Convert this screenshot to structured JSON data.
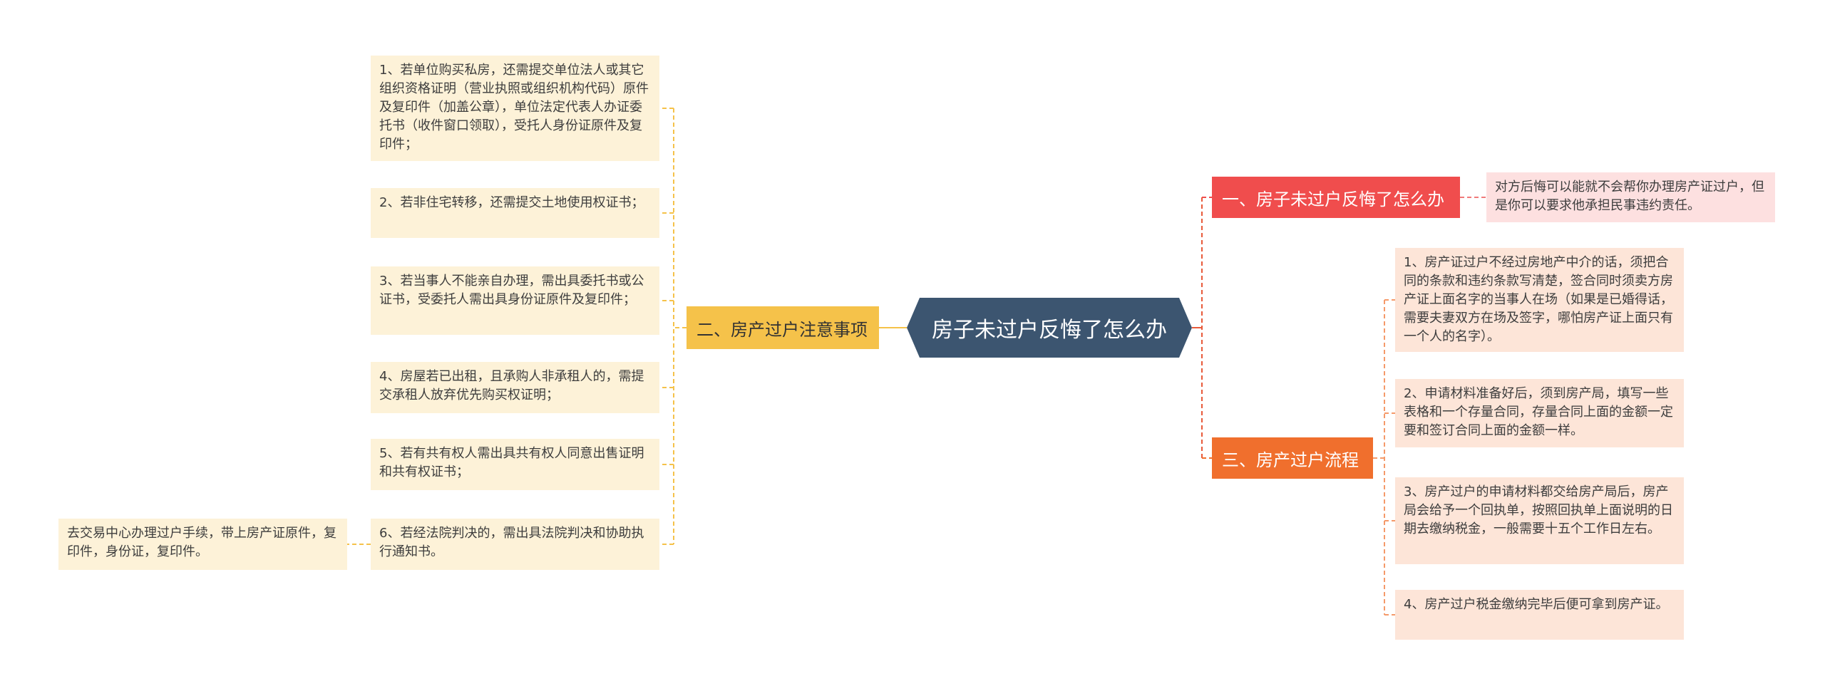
{
  "colors": {
    "center": "#3c5570",
    "branch_red": "#f04d4d",
    "branch_orange": "#f06f2d",
    "branch_yellow": "#f5c24a",
    "leaf_red": "#fde0e0",
    "leaf_orange": "#fde5d8",
    "leaf_yellow": "#fdf2d8"
  },
  "center": {
    "title": "房子未过户反悔了怎么办"
  },
  "branch1": {
    "title": "一、房子未过户反悔了怎么办",
    "items": [
      "对方后悔可以能就不会帮你办理房产证过户，但是你可以要求他承担民事违约责任。"
    ]
  },
  "branch2": {
    "title": "二、房产过户注意事项",
    "items": [
      "1、若单位购买私房，还需提交单位法人或其它组织资格证明（营业执照或组织机构代码）原件及复印件（加盖公章），单位法定代表人办证委托书（收件窗口领取），受托人身份证原件及复印件；",
      "2、若非住宅转移，还需提交土地使用权证书；",
      "3、若当事人不能亲自办理，需出具委托书或公证书，受委托人需出具身份证原件及复印件；",
      "4、房屋若已出租，且承购人非承租人的，需提交承租人放弃优先购买权证明；",
      "5、若有共有权人需出具共有权人同意出售证明和共有权证书；",
      "6、若经法院判决的，需出具法院判决和协助执行通知书。"
    ],
    "sub_item": "去交易中心办理过户手续，带上房产证原件，复印件，身份证，复印件。"
  },
  "branch3": {
    "title": "三、房产过户流程",
    "items": [
      "1、房产证过户不经过房地产中介的话，须把合同的条款和违约条款写清楚，签合同时须卖方房产证上面名字的当事人在场（如果是已婚得话，需要夫妻双方在场及签字，哪怕房产证上面只有一个人的名字）。",
      "2、申请材料准备好后，须到房产局，填写一些表格和一个存量合同，存量合同上面的金额一定要和签订合同上面的金额一样。",
      "3、房产过户的申请材料都交给房产局后，房产局会给予一个回执单，按照回执单上面说明的日期去缴纳税金，一般需要十五个工作日左右。",
      "4、房产过户税金缴纳完毕后便可拿到房产证。"
    ]
  }
}
